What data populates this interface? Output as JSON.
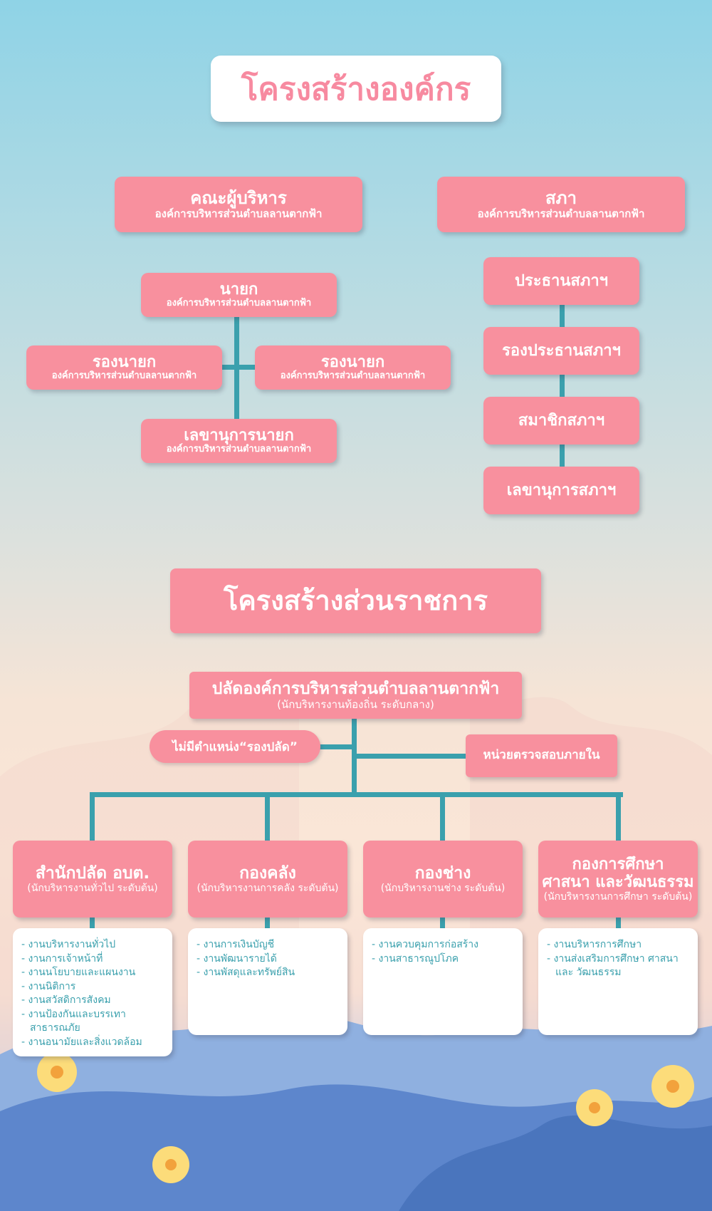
{
  "colors": {
    "pink": "#f8909e",
    "title_pink": "#f78aa0",
    "line": "#3aa0ad",
    "white": "#ffffff"
  },
  "org": {
    "title": "โครงสร้างองค์กร",
    "executive": {
      "title": "คณะผู้บริหาร",
      "sub": "องค์การบริหารส่วนตำบลลานตากฟ้า"
    },
    "council": {
      "title": "สภา",
      "sub": "องค์การบริหารส่วนตำบลลานตากฟ้า"
    },
    "mayor": {
      "title": "นายก",
      "sub": "องค์การบริหารส่วนตำบลลานตากฟ้า"
    },
    "deputy_left": {
      "title": "รองนายก",
      "sub": "องค์การบริหารส่วนตำบลลานตากฟ้า"
    },
    "deputy_right": {
      "title": "รองนายก",
      "sub": "องค์การบริหารส่วนตำบลลานตากฟ้า"
    },
    "secretary": {
      "title": "เลขานุการนายก",
      "sub": "องค์การบริหารส่วนตำบลลานตากฟ้า"
    },
    "council_chain": [
      "ประธานสภาฯ",
      "รองประธานสภาฯ",
      "สมาชิกสภาฯ",
      "เลขานุการสภาฯ"
    ]
  },
  "gov": {
    "title": "โครงสร้างส่วนราชการ",
    "head": {
      "title": "ปลัดองค์การบริหารส่วนตำบลลานตากฟ้า",
      "sub": "(นักบริหารงานท้องถิ่น ระดับกลาง)"
    },
    "no_deputy": "ไม่มีตำแหน่ง“รองปลัด”",
    "audit": "หน่วยตรวจสอบภายใน",
    "divisions": [
      {
        "title": "สำนักปลัด อบต.",
        "title2": "",
        "sub": "(นักบริหารงานทั่วไป  ระดับต้น)",
        "tasks": [
          "งานบริหารงานทั่วไป",
          "งานการเจ้าหน้าที่",
          "งานนโยบายและแผนงาน",
          "งานนิติการ",
          "งานสวัสดิการสังคม",
          "งานป้องกันและบรรเทาสาธารณภัย",
          "งานอนามัยและสิ่งแวดล้อม"
        ]
      },
      {
        "title": "กองคลัง",
        "title2": "",
        "sub": "(นักบริหารงานการคลัง ระดับต้น)",
        "tasks": [
          "งานการเงินบัญชี",
          "งานพัฒนารายได้",
          "งานพัสดุและทรัพย์สิน"
        ]
      },
      {
        "title": "กองช่าง",
        "title2": "",
        "sub": "(นักบริหารงานช่าง ระดับต้น)",
        "tasks": [
          "งานควบคุมการก่อสร้าง",
          "งานสาธารณูปโภค"
        ]
      },
      {
        "title": "กองการศึกษา",
        "title2": "ศาสนา และวัฒนธรรม",
        "sub": "(นักบริหารงานการศึกษา ระดับต้น)",
        "tasks": [
          "งานบริหารการศึกษา",
          "งานส่งเสริมการศึกษา ศาสนา และ วัฒนธรรม"
        ]
      }
    ]
  }
}
